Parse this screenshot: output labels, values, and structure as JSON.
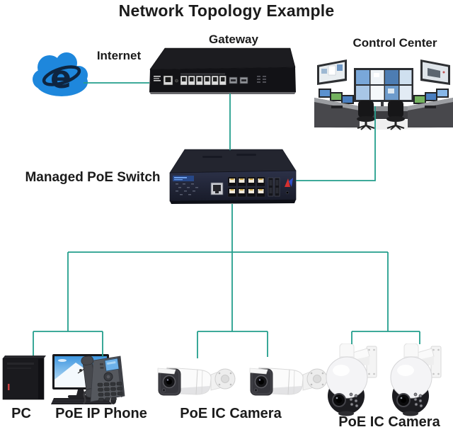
{
  "title": "Network Topology Example",
  "colors": {
    "connection_line": "#239e8c",
    "cloud_blue": "#1e87dc",
    "label_text": "#1b1b1b"
  },
  "nodes": {
    "internet": {
      "label": "Internet",
      "icon": "internet-explorer-cloud-icon"
    },
    "gateway": {
      "label": "Gateway",
      "icon": "rackmount-gateway-device"
    },
    "control_center": {
      "label": "Control Center",
      "icon": "control-room-workstation"
    },
    "poe_switch": {
      "label": "Managed PoE Switch",
      "icon": "8-port-poe-switch-device"
    },
    "pc": {
      "label": "PC",
      "icon": "desktop-computer"
    },
    "ip_phone": {
      "label": "PoE IP Phone",
      "icon": "desk-ip-phone"
    },
    "bullet_cameras": {
      "label": "PoE IC Camera",
      "icon": "bullet-camera",
      "count": 2
    },
    "ptz_cameras": {
      "label": "PoE IC Camera",
      "icon": "ptz-dome-camera",
      "count": 2
    }
  },
  "edges": [
    {
      "from": "internet",
      "to": "gateway"
    },
    {
      "from": "gateway",
      "to": "poe_switch"
    },
    {
      "from": "control_center",
      "to": "poe_switch"
    },
    {
      "from": "poe_switch",
      "to": "pc"
    },
    {
      "from": "poe_switch",
      "to": "ip_phone"
    },
    {
      "from": "poe_switch",
      "to": "bullet_cameras"
    },
    {
      "from": "poe_switch",
      "to": "ptz_cameras"
    }
  ]
}
